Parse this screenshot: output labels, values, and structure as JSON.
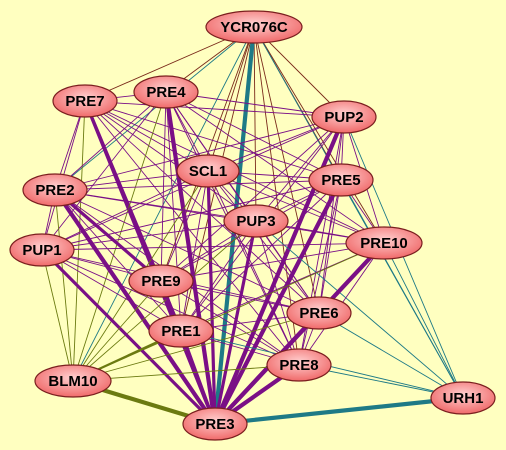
{
  "colors": {
    "background": "#ffffc0",
    "node_fill_light": "#ffd0d0",
    "node_fill_dark": "#f06a6a",
    "node_stroke": "#7a1f1f",
    "edge_purple": "#7a0f86",
    "edge_teal": "#1e7a86",
    "edge_olive": "#6b7a10",
    "edge_brown": "#7a2a1a"
  },
  "nodes": [
    {
      "id": "YCR076C",
      "label": "YCR076C"
    },
    {
      "id": "PRE7",
      "label": "PRE7"
    },
    {
      "id": "PRE4",
      "label": "PRE4"
    },
    {
      "id": "PUP2",
      "label": "PUP2"
    },
    {
      "id": "SCL1",
      "label": "SCL1"
    },
    {
      "id": "PRE5",
      "label": "PRE5"
    },
    {
      "id": "PRE2",
      "label": "PRE2"
    },
    {
      "id": "PUP3",
      "label": "PUP3"
    },
    {
      "id": "PRE10",
      "label": "PRE10"
    },
    {
      "id": "PUP1",
      "label": "PUP1"
    },
    {
      "id": "PRE9",
      "label": "PRE9"
    },
    {
      "id": "PRE6",
      "label": "PRE6"
    },
    {
      "id": "PRE1",
      "label": "PRE1"
    },
    {
      "id": "PRE8",
      "label": "PRE8"
    },
    {
      "id": "BLM10",
      "label": "BLM10"
    },
    {
      "id": "URH1",
      "label": "URH1"
    },
    {
      "id": "PRE3",
      "label": "PRE3"
    }
  ],
  "edges": [
    {
      "from": "YCR076C",
      "to": "PRE7",
      "kind": "brown",
      "weight": 1
    },
    {
      "from": "YCR076C",
      "to": "PRE4",
      "kind": "brown",
      "weight": 1
    },
    {
      "from": "YCR076C",
      "to": "PUP2",
      "kind": "brown",
      "weight": 1
    },
    {
      "from": "YCR076C",
      "to": "SCL1",
      "kind": "brown",
      "weight": 1
    },
    {
      "from": "YCR076C",
      "to": "PRE5",
      "kind": "brown",
      "weight": 1
    },
    {
      "from": "YCR076C",
      "to": "PUP3",
      "kind": "brown",
      "weight": 1
    },
    {
      "from": "YCR076C",
      "to": "PRE10",
      "kind": "brown",
      "weight": 1
    },
    {
      "from": "YCR076C",
      "to": "PRE9",
      "kind": "brown",
      "weight": 1
    },
    {
      "from": "YCR076C",
      "to": "PRE6",
      "kind": "brown",
      "weight": 1
    },
    {
      "from": "YCR076C",
      "to": "PRE1",
      "kind": "brown",
      "weight": 1
    },
    {
      "from": "YCR076C",
      "to": "PRE8",
      "kind": "brown",
      "weight": 1
    },
    {
      "from": "YCR076C",
      "to": "PRE3",
      "kind": "teal",
      "weight": 4
    },
    {
      "from": "YCR076C",
      "to": "URH1",
      "kind": "teal",
      "weight": 1
    },
    {
      "from": "YCR076C",
      "to": "BLM10",
      "kind": "teal",
      "weight": 1
    },
    {
      "from": "YCR076C",
      "to": "PRE2",
      "kind": "teal",
      "weight": 1
    },
    {
      "from": "PRE7",
      "to": "PRE4",
      "kind": "purple",
      "weight": 1
    },
    {
      "from": "PRE7",
      "to": "PUP2",
      "kind": "purple",
      "weight": 1
    },
    {
      "from": "PRE7",
      "to": "SCL1",
      "kind": "purple",
      "weight": 1
    },
    {
      "from": "PRE7",
      "to": "PRE5",
      "kind": "purple",
      "weight": 1
    },
    {
      "from": "PRE7",
      "to": "PRE2",
      "kind": "purple",
      "weight": 1
    },
    {
      "from": "PRE7",
      "to": "PUP3",
      "kind": "purple",
      "weight": 1
    },
    {
      "from": "PRE7",
      "to": "PRE10",
      "kind": "purple",
      "weight": 1
    },
    {
      "from": "PRE7",
      "to": "PUP1",
      "kind": "purple",
      "weight": 1
    },
    {
      "from": "PRE7",
      "to": "PRE9",
      "kind": "purple",
      "weight": 1
    },
    {
      "from": "PRE7",
      "to": "PRE6",
      "kind": "purple",
      "weight": 1
    },
    {
      "from": "PRE7",
      "to": "PRE1",
      "kind": "purple",
      "weight": 3
    },
    {
      "from": "PRE7",
      "to": "PRE8",
      "kind": "purple",
      "weight": 1
    },
    {
      "from": "PRE7",
      "to": "PRE3",
      "kind": "purple",
      "weight": 3
    },
    {
      "from": "PRE7",
      "to": "BLM10",
      "kind": "olive",
      "weight": 1
    },
    {
      "from": "PRE4",
      "to": "PUP2",
      "kind": "purple",
      "weight": 1
    },
    {
      "from": "PRE4",
      "to": "SCL1",
      "kind": "purple",
      "weight": 1
    },
    {
      "from": "PRE4",
      "to": "PRE5",
      "kind": "purple",
      "weight": 1
    },
    {
      "from": "PRE4",
      "to": "PRE2",
      "kind": "purple",
      "weight": 1
    },
    {
      "from": "PRE4",
      "to": "PUP3",
      "kind": "purple",
      "weight": 1
    },
    {
      "from": "PRE4",
      "to": "PRE10",
      "kind": "purple",
      "weight": 1
    },
    {
      "from": "PRE4",
      "to": "PUP1",
      "kind": "purple",
      "weight": 1
    },
    {
      "from": "PRE4",
      "to": "PRE9",
      "kind": "purple",
      "weight": 1
    },
    {
      "from": "PRE4",
      "to": "PRE6",
      "kind": "purple",
      "weight": 1
    },
    {
      "from": "PRE4",
      "to": "PRE1",
      "kind": "purple",
      "weight": 1
    },
    {
      "from": "PRE4",
      "to": "PRE8",
      "kind": "purple",
      "weight": 1
    },
    {
      "from": "PRE4",
      "to": "PRE3",
      "kind": "purple",
      "weight": 4
    },
    {
      "from": "PRE4",
      "to": "BLM10",
      "kind": "olive",
      "weight": 1
    },
    {
      "from": "PUP2",
      "to": "SCL1",
      "kind": "purple",
      "weight": 1
    },
    {
      "from": "PUP2",
      "to": "PRE5",
      "kind": "purple",
      "weight": 1
    },
    {
      "from": "PUP2",
      "to": "PRE2",
      "kind": "purple",
      "weight": 1
    },
    {
      "from": "PUP2",
      "to": "PUP3",
      "kind": "purple",
      "weight": 1
    },
    {
      "from": "PUP2",
      "to": "PRE10",
      "kind": "purple",
      "weight": 1
    },
    {
      "from": "PUP2",
      "to": "PUP1",
      "kind": "purple",
      "weight": 1
    },
    {
      "from": "PUP2",
      "to": "PRE9",
      "kind": "purple",
      "weight": 1
    },
    {
      "from": "PUP2",
      "to": "PRE6",
      "kind": "purple",
      "weight": 1
    },
    {
      "from": "PUP2",
      "to": "PRE1",
      "kind": "purple",
      "weight": 1
    },
    {
      "from": "PUP2",
      "to": "PRE8",
      "kind": "purple",
      "weight": 1
    },
    {
      "from": "PUP2",
      "to": "PRE3",
      "kind": "purple",
      "weight": 4
    },
    {
      "from": "PUP2",
      "to": "URH1",
      "kind": "teal",
      "weight": 1
    },
    {
      "from": "SCL1",
      "to": "PRE5",
      "kind": "purple",
      "weight": 1
    },
    {
      "from": "SCL1",
      "to": "PRE2",
      "kind": "purple",
      "weight": 1
    },
    {
      "from": "SCL1",
      "to": "PUP3",
      "kind": "purple",
      "weight": 1
    },
    {
      "from": "SCL1",
      "to": "PRE10",
      "kind": "purple",
      "weight": 1
    },
    {
      "from": "SCL1",
      "to": "PUP1",
      "kind": "purple",
      "weight": 1
    },
    {
      "from": "SCL1",
      "to": "PRE9",
      "kind": "purple",
      "weight": 1
    },
    {
      "from": "SCL1",
      "to": "PRE6",
      "kind": "purple",
      "weight": 1
    },
    {
      "from": "SCL1",
      "to": "PRE1",
      "kind": "purple",
      "weight": 1
    },
    {
      "from": "SCL1",
      "to": "PRE8",
      "kind": "purple",
      "weight": 1
    },
    {
      "from": "SCL1",
      "to": "PRE3",
      "kind": "purple",
      "weight": 3
    },
    {
      "from": "SCL1",
      "to": "BLM10",
      "kind": "olive",
      "weight": 1
    },
    {
      "from": "PRE5",
      "to": "PRE2",
      "kind": "purple",
      "weight": 1
    },
    {
      "from": "PRE5",
      "to": "PUP3",
      "kind": "purple",
      "weight": 1
    },
    {
      "from": "PRE5",
      "to": "PRE10",
      "kind": "purple",
      "weight": 1
    },
    {
      "from": "PRE5",
      "to": "PUP1",
      "kind": "purple",
      "weight": 1
    },
    {
      "from": "PRE5",
      "to": "PRE9",
      "kind": "purple",
      "weight": 1
    },
    {
      "from": "PRE5",
      "to": "PRE6",
      "kind": "purple",
      "weight": 1
    },
    {
      "from": "PRE5",
      "to": "PRE1",
      "kind": "purple",
      "weight": 1
    },
    {
      "from": "PRE5",
      "to": "PRE8",
      "kind": "purple",
      "weight": 1
    },
    {
      "from": "PRE5",
      "to": "PRE3",
      "kind": "purple",
      "weight": 4
    },
    {
      "from": "PRE5",
      "to": "URH1",
      "kind": "teal",
      "weight": 1
    },
    {
      "from": "PRE2",
      "to": "PUP3",
      "kind": "purple",
      "weight": 1
    },
    {
      "from": "PRE2",
      "to": "PRE10",
      "kind": "purple",
      "weight": 1
    },
    {
      "from": "PRE2",
      "to": "PUP1",
      "kind": "purple",
      "weight": 1
    },
    {
      "from": "PRE2",
      "to": "PRE9",
      "kind": "purple",
      "weight": 3
    },
    {
      "from": "PRE2",
      "to": "PRE6",
      "kind": "purple",
      "weight": 1
    },
    {
      "from": "PRE2",
      "to": "PRE1",
      "kind": "purple",
      "weight": 1
    },
    {
      "from": "PRE2",
      "to": "PRE8",
      "kind": "purple",
      "weight": 1
    },
    {
      "from": "PRE2",
      "to": "PRE3",
      "kind": "purple",
      "weight": 4
    },
    {
      "from": "PRE2",
      "to": "BLM10",
      "kind": "olive",
      "weight": 1
    },
    {
      "from": "PUP3",
      "to": "PRE10",
      "kind": "purple",
      "weight": 1
    },
    {
      "from": "PUP3",
      "to": "PUP1",
      "kind": "purple",
      "weight": 1
    },
    {
      "from": "PUP3",
      "to": "PRE9",
      "kind": "purple",
      "weight": 1
    },
    {
      "from": "PUP3",
      "to": "PRE6",
      "kind": "purple",
      "weight": 1
    },
    {
      "from": "PUP3",
      "to": "PRE1",
      "kind": "purple",
      "weight": 1
    },
    {
      "from": "PUP3",
      "to": "PRE8",
      "kind": "purple",
      "weight": 1
    },
    {
      "from": "PUP3",
      "to": "PRE3",
      "kind": "purple",
      "weight": 3
    },
    {
      "from": "PUP3",
      "to": "URH1",
      "kind": "teal",
      "weight": 1
    },
    {
      "from": "PUP3",
      "to": "BLM10",
      "kind": "olive",
      "weight": 1
    },
    {
      "from": "PRE10",
      "to": "PUP1",
      "kind": "purple",
      "weight": 1
    },
    {
      "from": "PRE10",
      "to": "PRE9",
      "kind": "purple",
      "weight": 1
    },
    {
      "from": "PRE10",
      "to": "PRE6",
      "kind": "purple",
      "weight": 1
    },
    {
      "from": "PRE10",
      "to": "PRE1",
      "kind": "purple",
      "weight": 1
    },
    {
      "from": "PRE10",
      "to": "PRE8",
      "kind": "purple",
      "weight": 1
    },
    {
      "from": "PRE10",
      "to": "PRE3",
      "kind": "purple",
      "weight": 4
    },
    {
      "from": "PRE10",
      "to": "URH1",
      "kind": "teal",
      "weight": 1
    },
    {
      "from": "PRE10",
      "to": "BLM10",
      "kind": "olive",
      "weight": 1
    },
    {
      "from": "PUP1",
      "to": "PRE9",
      "kind": "purple",
      "weight": 1
    },
    {
      "from": "PUP1",
      "to": "PRE6",
      "kind": "purple",
      "weight": 1
    },
    {
      "from": "PUP1",
      "to": "PRE1",
      "kind": "purple",
      "weight": 1
    },
    {
      "from": "PUP1",
      "to": "PRE8",
      "kind": "purple",
      "weight": 1
    },
    {
      "from": "PUP1",
      "to": "PRE3",
      "kind": "purple",
      "weight": 3
    },
    {
      "from": "PUP1",
      "to": "BLM10",
      "kind": "olive",
      "weight": 1
    },
    {
      "from": "PRE9",
      "to": "PRE6",
      "kind": "purple",
      "weight": 1
    },
    {
      "from": "PRE9",
      "to": "PRE1",
      "kind": "purple",
      "weight": 1
    },
    {
      "from": "PRE9",
      "to": "PRE8",
      "kind": "purple",
      "weight": 1
    },
    {
      "from": "PRE9",
      "to": "PRE3",
      "kind": "purple",
      "weight": 3
    },
    {
      "from": "PRE9",
      "to": "BLM10",
      "kind": "olive",
      "weight": 1
    },
    {
      "from": "PRE6",
      "to": "PRE1",
      "kind": "purple",
      "weight": 1
    },
    {
      "from": "PRE6",
      "to": "PRE8",
      "kind": "purple",
      "weight": 1
    },
    {
      "from": "PRE6",
      "to": "PRE3",
      "kind": "purple",
      "weight": 4
    },
    {
      "from": "PRE6",
      "to": "URH1",
      "kind": "teal",
      "weight": 1
    },
    {
      "from": "PRE6",
      "to": "BLM10",
      "kind": "olive",
      "weight": 1
    },
    {
      "from": "PRE1",
      "to": "PRE8",
      "kind": "purple",
      "weight": 1
    },
    {
      "from": "PRE1",
      "to": "PRE3",
      "kind": "purple",
      "weight": 3
    },
    {
      "from": "PRE1",
      "to": "BLM10",
      "kind": "olive",
      "weight": 2
    },
    {
      "from": "PRE1",
      "to": "URH1",
      "kind": "teal",
      "weight": 1
    },
    {
      "from": "PRE8",
      "to": "PRE3",
      "kind": "purple",
      "weight": 4
    },
    {
      "from": "PRE8",
      "to": "URH1",
      "kind": "teal",
      "weight": 1
    },
    {
      "from": "PRE8",
      "to": "BLM10",
      "kind": "olive",
      "weight": 1
    },
    {
      "from": "BLM10",
      "to": "PRE3",
      "kind": "olive",
      "weight": 4
    },
    {
      "from": "URH1",
      "to": "PRE3",
      "kind": "teal",
      "weight": 4
    }
  ]
}
